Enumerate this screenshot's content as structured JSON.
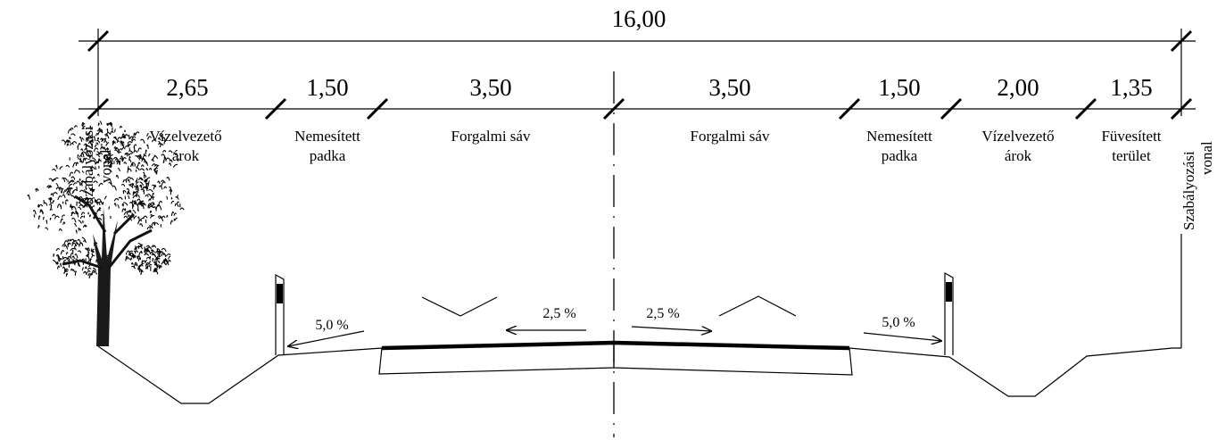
{
  "total_width": "16,00",
  "segments": [
    "2,65",
    "1,50",
    "3,50",
    "3,50",
    "1,50",
    "2,00",
    "1,35"
  ],
  "zones": [
    {
      "line1": "Vízelvezető",
      "line2": "árok"
    },
    {
      "line1": "Nemesített",
      "line2": "padka"
    },
    {
      "line1": "Forgalmi sáv",
      "line2": ""
    },
    {
      "line1": "Forgalmi sáv",
      "line2": ""
    },
    {
      "line1": "Nemesített",
      "line2": "padka"
    },
    {
      "line1": "Vízelvezető",
      "line2": "árok"
    },
    {
      "line1": "Füvesített",
      "line2": "terület"
    }
  ],
  "reg_line_left": {
    "line1": "Szabályozási",
    "line2": "vonal"
  },
  "reg_line_right": {
    "line1": "Szabályozási",
    "line2": "vonal"
  },
  "slopes": {
    "left_shoulder": "5,0 %",
    "left_lane": "2,5 %",
    "right_lane": "2,5 %",
    "right_shoulder": "5,0 %"
  }
}
